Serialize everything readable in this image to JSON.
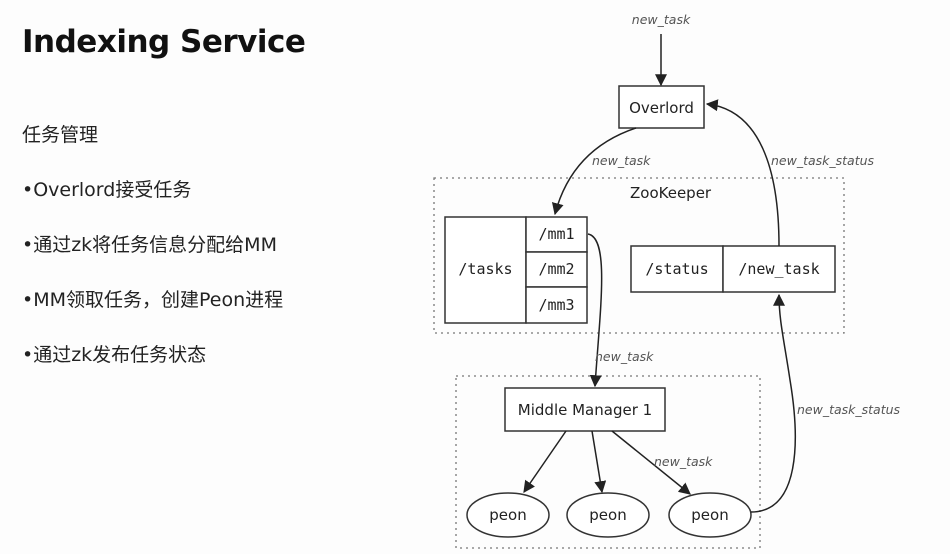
{
  "slide": {
    "title": "Indexing Service",
    "bullets": [
      "任务管理",
      "•Overlord接受任务",
      "•通过zk将任务信息分配给MM",
      "•MM领取任务，创建Peon进程",
      "•通过zk发布任务状态"
    ]
  },
  "diagram": {
    "input_label": "new_task",
    "overlord": "Overlord",
    "zookeeper": "ZooKeeper",
    "tasks_node": "/tasks",
    "mm_nodes": [
      "/mm1",
      "/mm2",
      "/mm3"
    ],
    "status_node": "/status",
    "new_task_node": "/new_task",
    "edge_overlord_to_tasks": "new_task",
    "edge_status_to_overlord": "new_task_status",
    "edge_mm1_to_manager": "new_task",
    "middle_manager": "Middle Manager 1",
    "peons": [
      "peon",
      "peon",
      "peon"
    ],
    "edge_manager_to_peon": "new_task",
    "edge_peon_to_status": "new_task_status"
  }
}
